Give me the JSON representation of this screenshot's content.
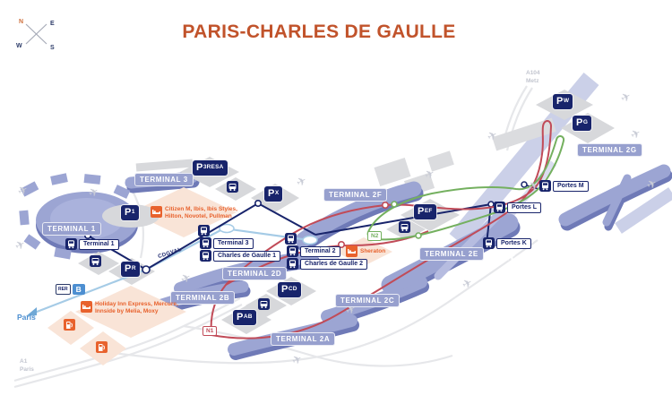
{
  "title": "PARIS-CHARLES DE GAULLE",
  "compass": {
    "n": "N",
    "e": "E",
    "w": "W",
    "s": "S"
  },
  "terminals": [
    {
      "label": "TERMINAL 1"
    },
    {
      "label": "TERMINAL 3"
    },
    {
      "label": "TERMINAL 2F"
    },
    {
      "label": "TERMINAL 2G"
    },
    {
      "label": "TERMINAL 2E"
    },
    {
      "label": "TERMINAL 2D"
    },
    {
      "label": "TERMINAL 2B"
    },
    {
      "label": "TERMINAL 2C"
    },
    {
      "label": "TERMINAL 2A"
    }
  ],
  "parkings": [
    {
      "p": "P",
      "sub": "1"
    },
    {
      "p": "P",
      "sub": "3RESA"
    },
    {
      "p": "P",
      "sub": "X"
    },
    {
      "p": "P",
      "sub": "EF"
    },
    {
      "p": "P",
      "sub": "W"
    },
    {
      "p": "P",
      "sub": "G"
    },
    {
      "p": "P",
      "sub": "R"
    },
    {
      "p": "P",
      "sub": "CD"
    },
    {
      "p": "P",
      "sub": "AB"
    }
  ],
  "stations": [
    {
      "label": "Terminal 1"
    },
    {
      "label": "Terminal 3"
    },
    {
      "label": "Charles de Gaulle 1"
    },
    {
      "label": "Terminal 2"
    },
    {
      "label": "Charles de Gaulle 2"
    },
    {
      "label": "Portes M"
    },
    {
      "label": "Portes L"
    },
    {
      "label": "Portes K"
    }
  ],
  "rer": {
    "box": "RER",
    "line": "B"
  },
  "cdgval_label": "CDGVAL",
  "hotels": {
    "north": {
      "line1": "Citizen M,  Ibis, Ibis Styles,",
      "line2": "Hilton, Novotel, Pullman"
    },
    "sheraton": "Sheraton",
    "south": {
      "line1": "Holiday Inn Express, Mercure,",
      "line2": "Innside by Melia, Moxy"
    }
  },
  "roads": {
    "n1": "N1",
    "n2": "N2",
    "a104_line1": "A104",
    "a104_line2": "Metz",
    "a1_line1": "A1",
    "a1_line2": "Paris",
    "paris_arrow": "Paris"
  },
  "icons": {
    "plane": "✈"
  },
  "colors": {
    "title_orange": "#C1532B",
    "navy": "#18246B",
    "terminal_periwinkle": "#9CA5D3",
    "route_red": "#C14B58",
    "route_green": "#74B05F",
    "rer_blue": "#A5CBE6",
    "hotel_orange": "#E8622D"
  }
}
